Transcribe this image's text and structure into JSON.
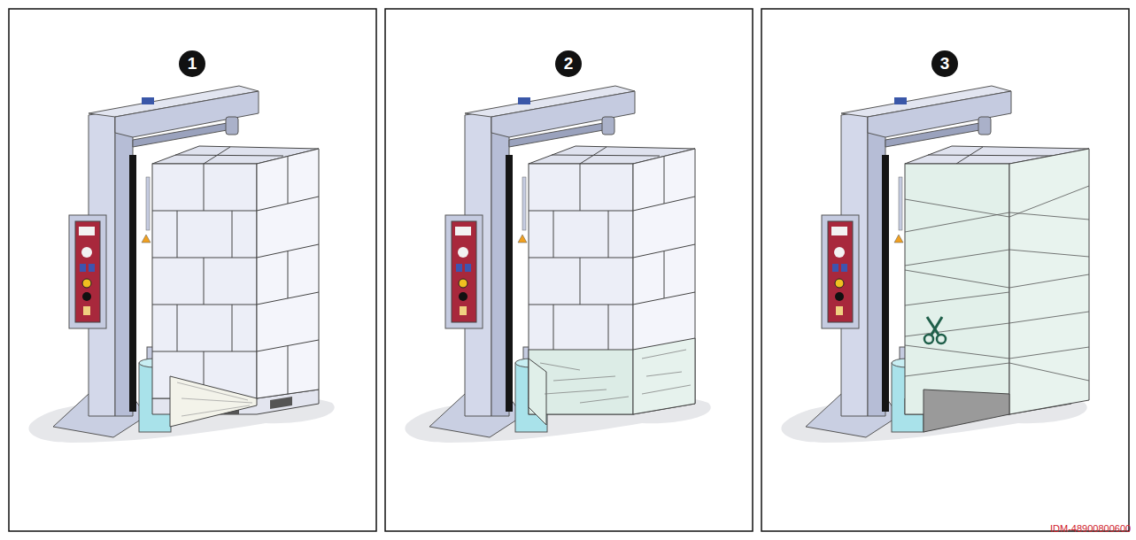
{
  "diagram": {
    "labels": [
      "1",
      "2",
      "3",
      "IDM-48900800600"
    ]
  }
}
